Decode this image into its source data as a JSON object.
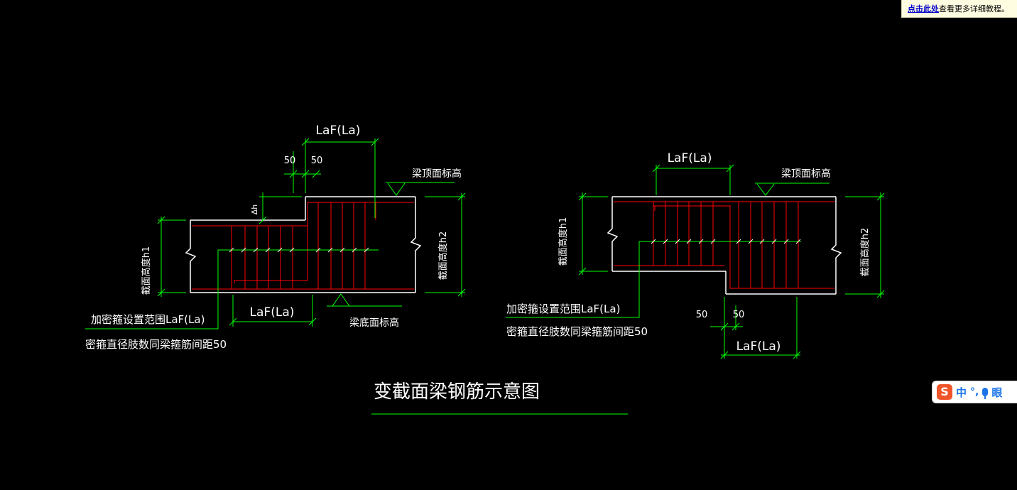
{
  "banner": {
    "link_text": "点击此处",
    "suffix_text": "查看更多详细教程。"
  },
  "ime": {
    "logo": "S",
    "mode_label": "中",
    "punct": "°,",
    "extra": "眼",
    "icons": [
      "sogou-logo-icon",
      "microphone-icon"
    ]
  },
  "colors": {
    "background": "#000000",
    "beam_outline": "#ffffff",
    "rebar": "#ff0000",
    "dimension": "#00ff00",
    "text": "#ffffff"
  },
  "drawing": {
    "title": "变截面梁钢筋示意图",
    "left": {
      "dim_top": "LaF(La)",
      "dim_50_left": "50",
      "dim_50_right": "50",
      "dim_dh": "Δh",
      "top_elev": "梁顶面标高",
      "h1_label": "截面高度h1",
      "h2_label": "截面高度h2",
      "dim_bottom": "LaF(La)",
      "bottom_elev": "梁底面标高",
      "note_1": "加密箍设置范围LaF(La)",
      "note_2": "密箍直径肢数同梁箍筋间距50"
    },
    "right": {
      "dim_top": "LaF(La)",
      "top_elev": "梁顶面标高",
      "h1_label": "截面高度h1",
      "h2_label": "截面高度h2",
      "note_1": "加密箍设置范围LaF(La)",
      "note_2": "密箍直径肢数同梁箍筋间距50",
      "dim_50_left": "50",
      "dim_50_right": "50",
      "dim_bottom": "LaF(La)"
    }
  }
}
